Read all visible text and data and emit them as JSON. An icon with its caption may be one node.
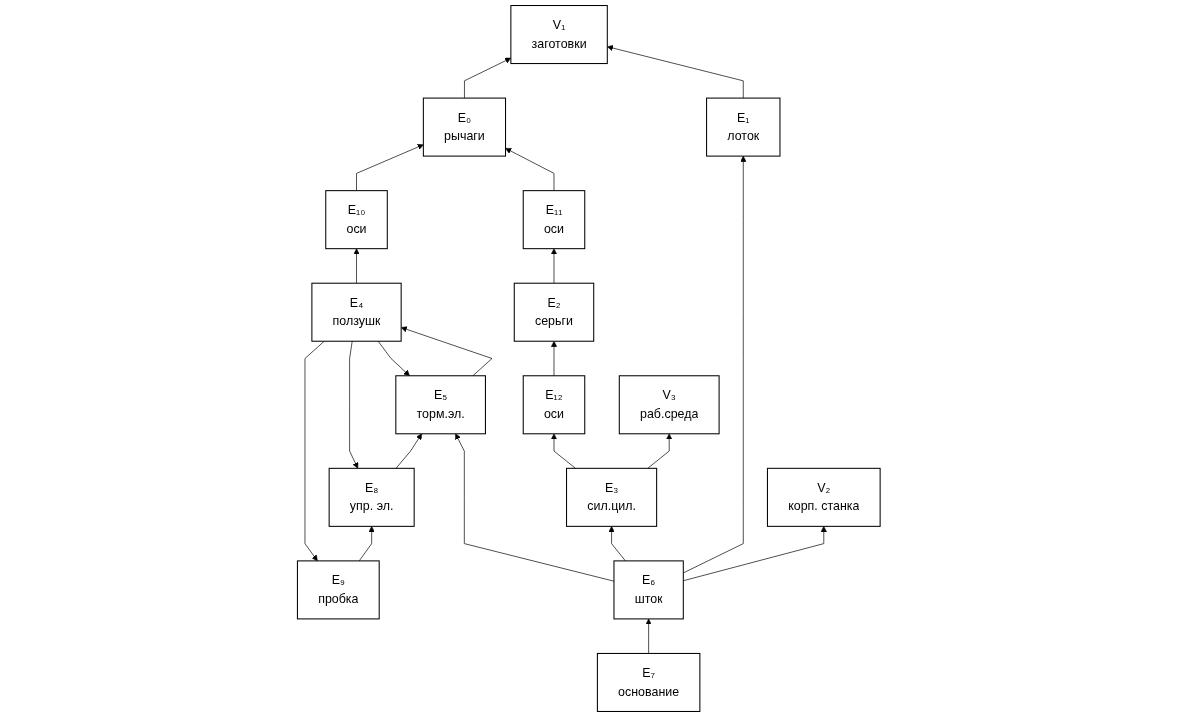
{
  "diagram": {
    "nodes": [
      {
        "text": [
          "V₁",
          "заготовки"
        ]
      },
      {
        "text": [
          "V₃",
          "раб.среда"
        ]
      },
      {
        "text": [
          "V₂",
          "корп. станка"
        ]
      },
      {
        "text": [
          "E₁₀",
          "оси"
        ]
      },
      {
        "text": [
          "E₀",
          "рычаги"
        ]
      },
      {
        "text": [
          "E₁₁",
          "оси"
        ]
      },
      {
        "text": [
          "E₂",
          "серьги"
        ]
      },
      {
        "text": [
          "E₁₂",
          "оси"
        ]
      },
      {
        "text": [
          "E₁",
          "лоток"
        ]
      },
      {
        "text": [
          "E₉",
          "пробка"
        ]
      },
      {
        "text": [
          "E₄",
          "ползушк"
        ]
      },
      {
        "text": [
          "E₅",
          "торм.эл."
        ]
      },
      {
        "text": [
          "E₈",
          "упр. эл."
        ]
      },
      {
        "text": [
          "E₃",
          "сил.цил."
        ]
      },
      {
        "text": [
          "E₆",
          "шток"
        ]
      },
      {
        "text": [
          "E₇",
          "основание"
        ]
      }
    ],
    "edges": [
      {
        "from": 8,
        "to": 0,
        "arrow": "to"
      },
      {
        "from": 4,
        "to": 0,
        "arrow": "to"
      },
      {
        "from": 13,
        "to": 1,
        "arrow": "to"
      },
      {
        "from": 14,
        "to": 2,
        "arrow": "to"
      },
      {
        "from": 3,
        "to": 4,
        "arrow": "to"
      },
      {
        "from": 5,
        "to": 4,
        "arrow": "to"
      },
      {
        "from": 6,
        "to": 5,
        "arrow": "to"
      },
      {
        "from": 7,
        "to": 6,
        "arrow": "to"
      },
      {
        "from": 13,
        "to": 7,
        "arrow": "to"
      },
      {
        "from": 14,
        "to": 8,
        "arrow": "to"
      },
      {
        "from": 10,
        "to": 3,
        "arrow": "to"
      },
      {
        "from": 9,
        "to": 12,
        "arrow": "to"
      },
      {
        "from": 10,
        "to": 12,
        "arrow": "to"
      },
      {
        "from": 10,
        "to": 9,
        "arrow": "to"
      },
      {
        "from": 10,
        "to": 11,
        "arrow": "to"
      },
      {
        "from": 11,
        "to": 10,
        "arrow": "to"
      },
      {
        "from": 12,
        "to": 11,
        "arrow": "to"
      },
      {
        "from": 14,
        "to": 13,
        "arrow": "to"
      },
      {
        "from": 14,
        "to": 11,
        "arrow": "to"
      },
      {
        "from": 15,
        "to": 14,
        "arrow": "to"
      }
    ]
  }
}
